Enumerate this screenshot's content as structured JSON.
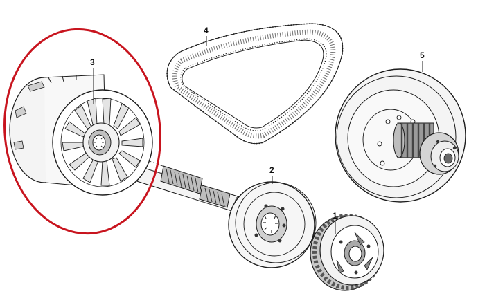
{
  "colors": {
    "highlight": "#c8141e",
    "line": "#1c1c1c",
    "light_fill": "#f2f2f2",
    "mid_fill": "#d4d4d4",
    "dark_fill": "#7a7a7a"
  },
  "callouts": {
    "part_1": "1",
    "part_2": "2",
    "part_3": "3",
    "part_4": "4",
    "part_5": "5"
  },
  "parts": [
    {
      "number": "1",
      "icon": "one-way-clutch-icon"
    },
    {
      "number": "2",
      "icon": "clutch-drum-icon"
    },
    {
      "number": "3",
      "icon": "primary-sheave-fan-icon",
      "highlighted": true
    },
    {
      "number": "4",
      "icon": "drive-belt-icon"
    },
    {
      "number": "5",
      "icon": "secondary-sheave-icon"
    }
  ]
}
